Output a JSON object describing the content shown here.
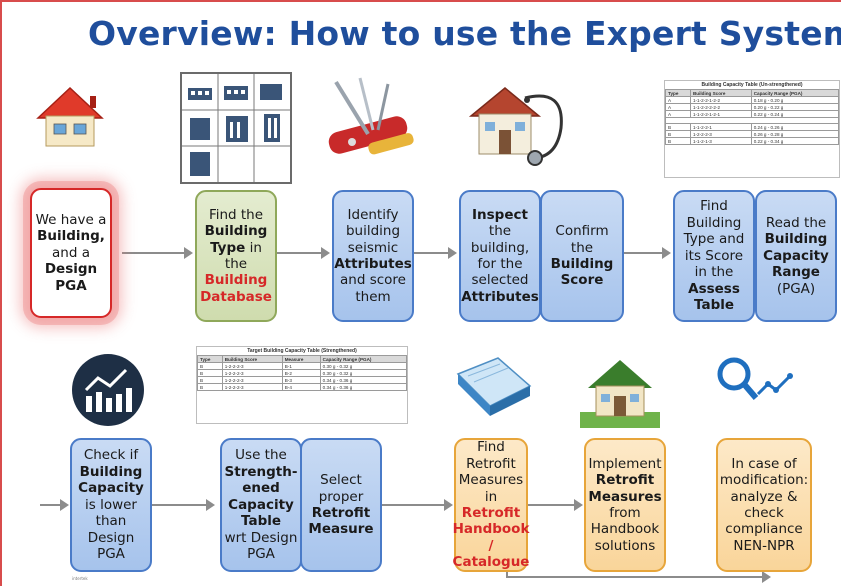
{
  "title": "Overview: How to use the Expert System",
  "row1": {
    "box1": {
      "pre": "We have a",
      "b1": "Building,",
      "mid": "and a",
      "b2": "Design PGA"
    },
    "box2": {
      "pre": "Find the",
      "b1": "Building Type",
      "mid": "in the",
      "r1": "Building Database"
    },
    "box3": {
      "pre": "Identify building seismic",
      "b1": "Attributes",
      "post": "and score them"
    },
    "box4": {
      "b1": "Inspect",
      "mid": "the building, for the selected",
      "b2": "Attributes"
    },
    "box5": {
      "pre": "Confirm the",
      "b1": "Building Score"
    },
    "box6": {
      "pre": "Find Building Type and its Score in the",
      "b1": "Assess Table"
    },
    "box7": {
      "pre": "Read the",
      "b1": "Building Capacity Range",
      "post": "(PGA)"
    }
  },
  "row2": {
    "box1": {
      "pre": "Check if",
      "b1": "Building Capacity",
      "post": "is lower than Design PGA"
    },
    "box2": {
      "pre": "Use the",
      "b1": "Strength-ened Capacity Table",
      "post": "wrt Design PGA"
    },
    "box3": {
      "pre": "Select proper",
      "b1": "Retrofit Measure"
    },
    "box4": {
      "pre": "Find Retrofit Measures in",
      "r1": "Retrofit Handbook / Catalogue"
    },
    "box5": {
      "pre": "Implement",
      "b1": "Retrofit Measures",
      "post": "from Handbook solutions"
    },
    "box6": {
      "text": "In case of modification: analyze & check compliance NEN-NPR"
    }
  },
  "capacity_table": {
    "title": "Building Capacity Table (Un-strengthened)",
    "headers": [
      "Type",
      "Building Score",
      "Capacity Range (PGA)"
    ],
    "rows_a": [
      [
        "A",
        "1-1-2-2-1-2-2",
        "0.18 g - 0.20 g"
      ],
      [
        "A",
        "1-1-2-2-2-2-2",
        "0.20 g - 0.22 g"
      ],
      [
        "A",
        "1-1-2-2-1-2-1",
        "0.22 g - 0.24 g"
      ]
    ],
    "rows_b": [
      [
        "B",
        "1-1-2-2-1",
        "0.24 g - 0.26 g"
      ],
      [
        "B",
        "1-2-2-2-3",
        "0.26 g - 0.28 g"
      ],
      [
        "B",
        "1-1-2-1-3",
        "0.22 g - 0.34 g"
      ]
    ]
  },
  "target_table": {
    "title": "Target Building Capacity Table (Strengthened)",
    "headers": [
      "Type",
      "Building Score",
      "Measure",
      "Capacity Range (PGA)"
    ],
    "rows": [
      [
        "B",
        "1-2-2-2-3",
        "B-1",
        "0.30 g - 0.32 g"
      ],
      [
        "B",
        "1-2-2-2-3",
        "B-2",
        "0.30 g - 0.32 g"
      ],
      [
        "B",
        "1-2-2-2-3",
        "B-3",
        "0.34 g - 0.36 g"
      ],
      [
        "B",
        "1-2-2-2-3",
        "B-4",
        "0.34 g - 0.36 g"
      ]
    ]
  },
  "icons": {
    "house": "house-icon",
    "building_grid": "building-types-grid-icon",
    "tools": "tools-icon",
    "inspect": "house-stethoscope-icon",
    "chart": "bar-chart-icon",
    "book": "handbook-icon",
    "green_house": "green-house-icon",
    "analysis": "analysis-magnifier-icon"
  },
  "colors": {
    "title": "#1f4e9c",
    "red_box": "#d62828",
    "blue_box": "#a6c3ec",
    "green_box": "#cfdcae",
    "orange_box": "#f9d59a"
  },
  "footnote": "intertek"
}
